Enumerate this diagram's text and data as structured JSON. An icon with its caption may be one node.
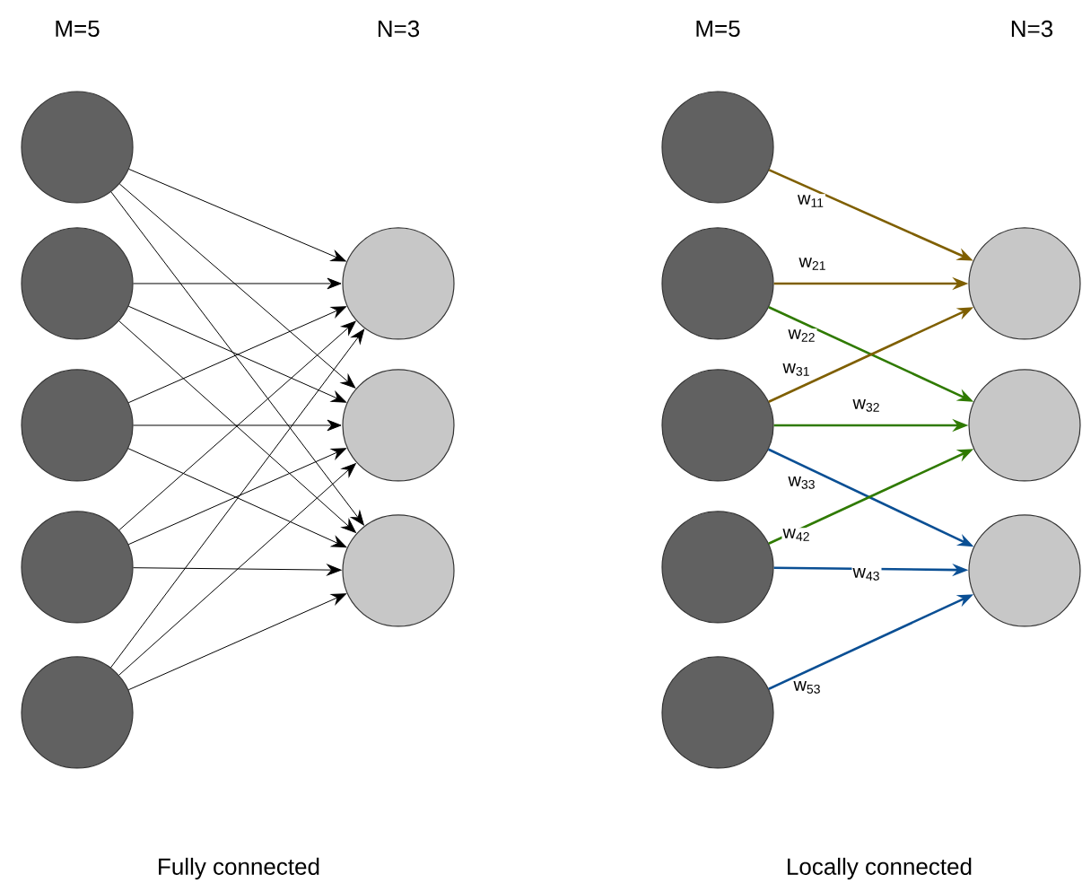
{
  "diagram": {
    "nodes": [
      {
        "text": [],
        "shape": "circle"
      },
      {
        "text": [],
        "shape": "circle"
      },
      {
        "text": [],
        "shape": "circle"
      },
      {
        "text": [],
        "shape": "circle"
      },
      {
        "text": [],
        "shape": "circle"
      },
      {
        "text": [],
        "shape": "circle"
      },
      {
        "text": [],
        "shape": "circle"
      },
      {
        "text": [],
        "shape": "circle"
      },
      {
        "text": [],
        "shape": "circle"
      },
      {
        "text": [],
        "shape": "circle"
      },
      {
        "text": [],
        "shape": "circle"
      },
      {
        "text": [],
        "shape": "circle"
      },
      {
        "text": [],
        "shape": "circle"
      },
      {
        "text": [],
        "shape": "circle"
      },
      {
        "text": [],
        "shape": "circle"
      },
      {
        "text": [],
        "shape": "circle"
      }
    ],
    "edges": [
      {
        "from": 0,
        "to": 5,
        "arrow": "to"
      },
      {
        "from": 0,
        "to": 6,
        "arrow": "to"
      },
      {
        "from": 0,
        "to": 7,
        "arrow": "to"
      },
      {
        "from": 1,
        "to": 5,
        "arrow": "to"
      },
      {
        "from": 1,
        "to": 6,
        "arrow": "to"
      },
      {
        "from": 1,
        "to": 7,
        "arrow": "to"
      },
      {
        "from": 2,
        "to": 5,
        "arrow": "to"
      },
      {
        "from": 2,
        "to": 6,
        "arrow": "to"
      },
      {
        "from": 2,
        "to": 7,
        "arrow": "to"
      },
      {
        "from": 3,
        "to": 5,
        "arrow": "to"
      },
      {
        "from": 3,
        "to": 6,
        "arrow": "to"
      },
      {
        "from": 3,
        "to": 7,
        "arrow": "to"
      },
      {
        "from": 4,
        "to": 5,
        "arrow": "to"
      },
      {
        "from": 4,
        "to": 6,
        "arrow": "to"
      },
      {
        "from": 4,
        "to": 7,
        "arrow": "to"
      },
      {
        "from": 8,
        "to": 13,
        "arrow": "to",
        "label": "w$_{11}$",
        "color": "#7f5f00"
      },
      {
        "from": 9,
        "to": 13,
        "arrow": "to",
        "label": "w$_{21}$",
        "color": "#7f5f00"
      },
      {
        "from": 9,
        "to": 14,
        "arrow": "to",
        "label": "w$_{22}$",
        "color": "#2f7a00"
      },
      {
        "from": 10,
        "to": 13,
        "arrow": "to",
        "label": "w$_{31}$",
        "color": "#7f5f00"
      },
      {
        "from": 10,
        "to": 14,
        "arrow": "to",
        "label": "w$_{32}$",
        "color": "#2f7a00"
      },
      {
        "from": 10,
        "to": 15,
        "arrow": "to",
        "label": "w$_{33}$",
        "color": "#0a4f94"
      },
      {
        "from": 11,
        "to": 14,
        "arrow": "to",
        "label": "w$_{42}$",
        "color": "#2f7a00"
      },
      {
        "from": 11,
        "to": 15,
        "arrow": "to",
        "label": "w$_{43}$",
        "color": "#0a4f94"
      },
      {
        "from": 12,
        "to": 15,
        "arrow": "to",
        "label": "w$_{53}$",
        "color": "#0a4f94"
      }
    ],
    "labels": [
      "M=5",
      "N=3",
      "M=5",
      "N=3",
      "Fully connected",
      "Locally connected"
    ]
  }
}
